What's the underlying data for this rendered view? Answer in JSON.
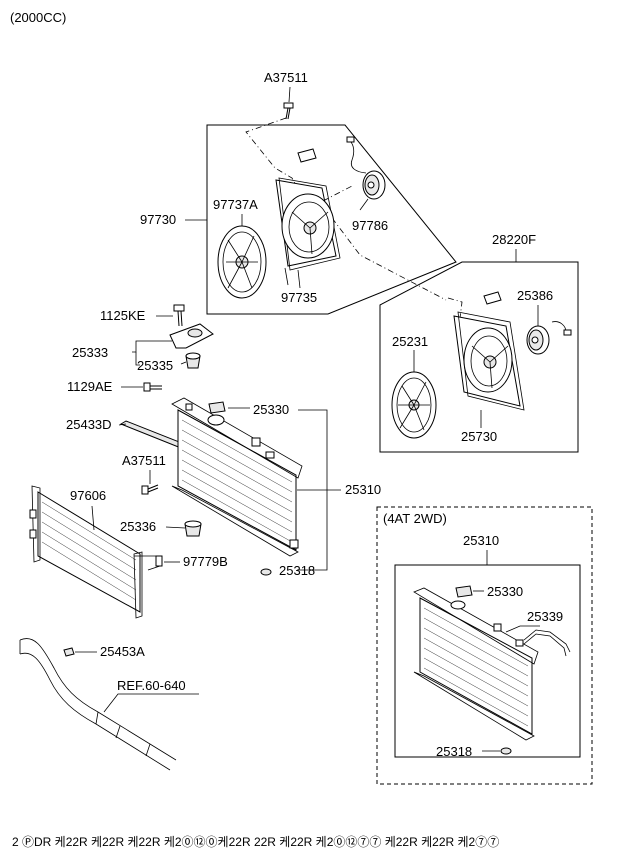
{
  "header": {
    "engine": "(2000CC)"
  },
  "callouts": {
    "a37511_top": "A37511",
    "fan_shroud_assy": "97730",
    "fan": "97737A",
    "motor": "97786",
    "shroud": "97735",
    "fan_shroud_assy_2": "28220F",
    "motor_2": "25386",
    "fan_2": "25231",
    "shroud_2": "25730",
    "bolt_1125ke": "1125KE",
    "bracket": "25333",
    "insulator": "25335",
    "bolt_1129ae": "1129AE",
    "seal": "25433D",
    "cap": "25330",
    "a37511_mid": "A37511",
    "radiator": "25310",
    "condenser": "97606",
    "lower_insulator": "25336",
    "bracket_97779b": "97779B",
    "drain_plug": "25318",
    "hose": "25453A",
    "ref": "REF.60-640"
  },
  "variant": {
    "title": "(4AT 2WD)",
    "radiator": "25310",
    "cap": "25330",
    "hose": "25339",
    "drain_plug": "25318"
  },
  "footer": {
    "garbled_text": "2 ⓅDR 케22R 케22R 케22R 케2⓪⑫⓪케22R 22R 케22R 케2⓪⑫⑦⑦ 케22R 케22R 케2⑦⑦"
  }
}
